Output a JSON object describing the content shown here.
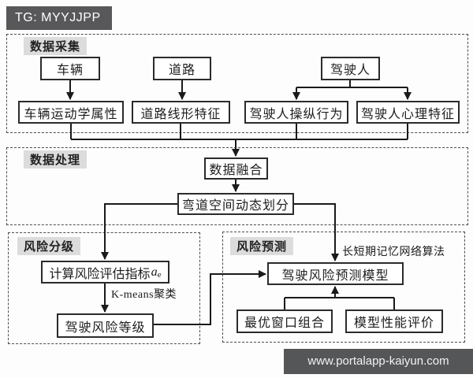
{
  "badge": {
    "text": "TG: MYYJJPP"
  },
  "watermark": {
    "url_text": "www.portalapp-kaiyun.com"
  },
  "colors": {
    "badge_bg": "#58585a",
    "watermark_bg": "#555657",
    "section_label_bg": "#dcdcdc",
    "box_border": "#2b2b2b",
    "connector_line": "#1a1a1a",
    "text": "#1c1c1c"
  },
  "diagram": {
    "sections": {
      "data_collection": {
        "label": "数据采集"
      },
      "data_processing": {
        "label": "数据处理"
      },
      "risk_grading": {
        "label": "风险分级"
      },
      "risk_prediction": {
        "label": "风险预测"
      }
    },
    "nodes": {
      "vehicle": "车辆",
      "road": "道路",
      "driver": "驾驶人",
      "vehicle_kinematics": "车辆运动学属性",
      "road_alignment": "道路线形特征",
      "driver_behavior": "驾驶人操纵行为",
      "driver_psych": "驾驶人心理特征",
      "data_fusion": "数据融合",
      "curve_division": "弯道空间动态划分",
      "risk_indicator": {
        "text": "计算风险评估指标",
        "var": "a",
        "sub": "e"
      },
      "risk_level": "驾驶风险等级",
      "prediction_model": "驾驶风险预测模型",
      "optimal_window": "最优窗口组合",
      "model_evaluation": "模型性能评价"
    },
    "annotations": {
      "kmeans": "K-means聚类",
      "lstm": "长短期记忆网络算法"
    }
  }
}
